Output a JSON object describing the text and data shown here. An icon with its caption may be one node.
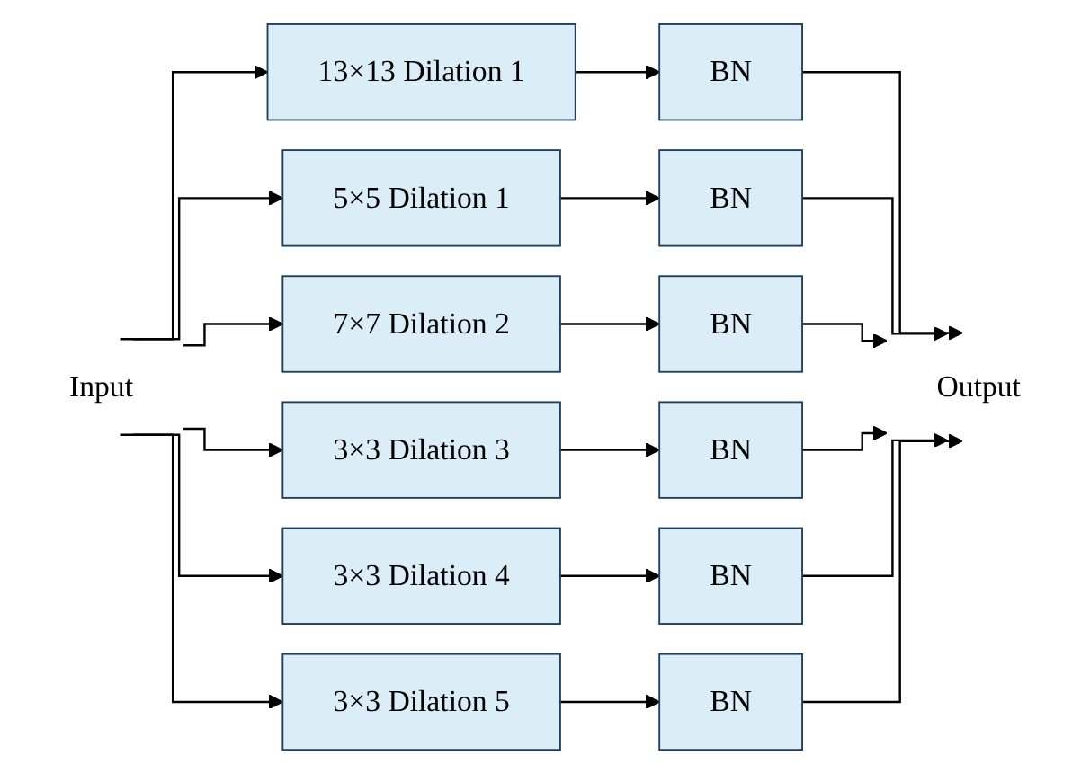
{
  "diagram": {
    "nodes": [
      {
        "text": [
          "Input"
        ]
      },
      {
        "text": [
          "13×13 Dilation 1"
        ]
      },
      {
        "text": [
          "BN"
        ]
      },
      {
        "text": [
          "Output"
        ]
      },
      {
        "text": [
          "5×5 Dilation 1"
        ]
      },
      {
        "text": [
          "BN"
        ]
      },
      {
        "text": [
          "7×7 Dilation 2"
        ]
      },
      {
        "text": [
          "BN"
        ]
      },
      {
        "text": [
          "3×3 Dilation 3"
        ]
      },
      {
        "text": [
          "BN"
        ]
      },
      {
        "text": [
          "3×3 Dilation 4"
        ]
      },
      {
        "text": [
          "BN"
        ]
      },
      {
        "text": [
          "3×3 Dilation 5"
        ]
      },
      {
        "text": [
          "BN"
        ]
      }
    ],
    "edges": [
      {
        "from": 0,
        "to": 1,
        "arrow": "to"
      },
      {
        "from": 0,
        "to": 4,
        "arrow": "to"
      },
      {
        "from": 0,
        "to": 6,
        "arrow": "to"
      },
      {
        "from": 0,
        "to": 8,
        "arrow": "to"
      },
      {
        "from": 0,
        "to": 10,
        "arrow": "to"
      },
      {
        "from": 0,
        "to": 12,
        "arrow": "to"
      },
      {
        "from": 1,
        "to": 2,
        "arrow": "to"
      },
      {
        "from": 4,
        "to": 5,
        "arrow": "to"
      },
      {
        "from": 6,
        "to": 7,
        "arrow": "to"
      },
      {
        "from": 8,
        "to": 9,
        "arrow": "to"
      },
      {
        "from": 10,
        "to": 11,
        "arrow": "to"
      },
      {
        "from": 12,
        "to": 13,
        "arrow": "to"
      },
      {
        "from": 2,
        "to": 3,
        "arrow": "to"
      },
      {
        "from": 5,
        "to": 3,
        "arrow": "to"
      },
      {
        "from": 7,
        "to": 3,
        "arrow": "to"
      },
      {
        "from": 9,
        "to": 3,
        "arrow": "to"
      },
      {
        "from": 11,
        "to": 3,
        "arrow": "to"
      },
      {
        "from": 13,
        "to": 3,
        "arrow": "to"
      }
    ]
  }
}
